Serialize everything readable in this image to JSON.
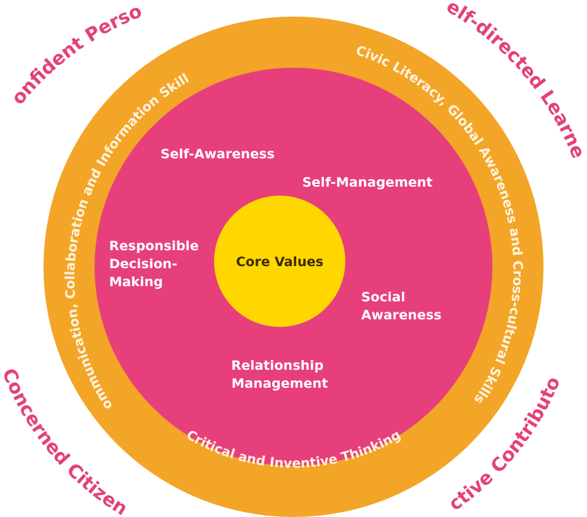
{
  "outcomes": {
    "top_left": "Confident Person",
    "top_right": "Self-directed Learner",
    "bottom_left": "Concerned Citizen",
    "bottom_right": "Active Contributor"
  },
  "outer_ring": {
    "left": "Communication, Collaboration and Information Skills",
    "right": "Civic Literacy, Global Awareness and Cross-cultural Skills",
    "bottom": "Critical and Inventive Thinking"
  },
  "sel_competencies": {
    "self_awareness": "Self-Awareness",
    "self_management": "Self-Management",
    "responsible_decision_making": [
      "Responsible",
      "Decision-",
      "Making"
    ],
    "social_awareness": [
      "Social",
      "Awareness"
    ],
    "relationship_management": [
      "Relationship",
      "Management"
    ]
  },
  "core": {
    "label": "Core Values"
  },
  "colors": {
    "outer_ring": "#F2A527",
    "middle_ring": "#E63F7C",
    "core": "#FFD700",
    "outcome_text": "#E3417A"
  }
}
